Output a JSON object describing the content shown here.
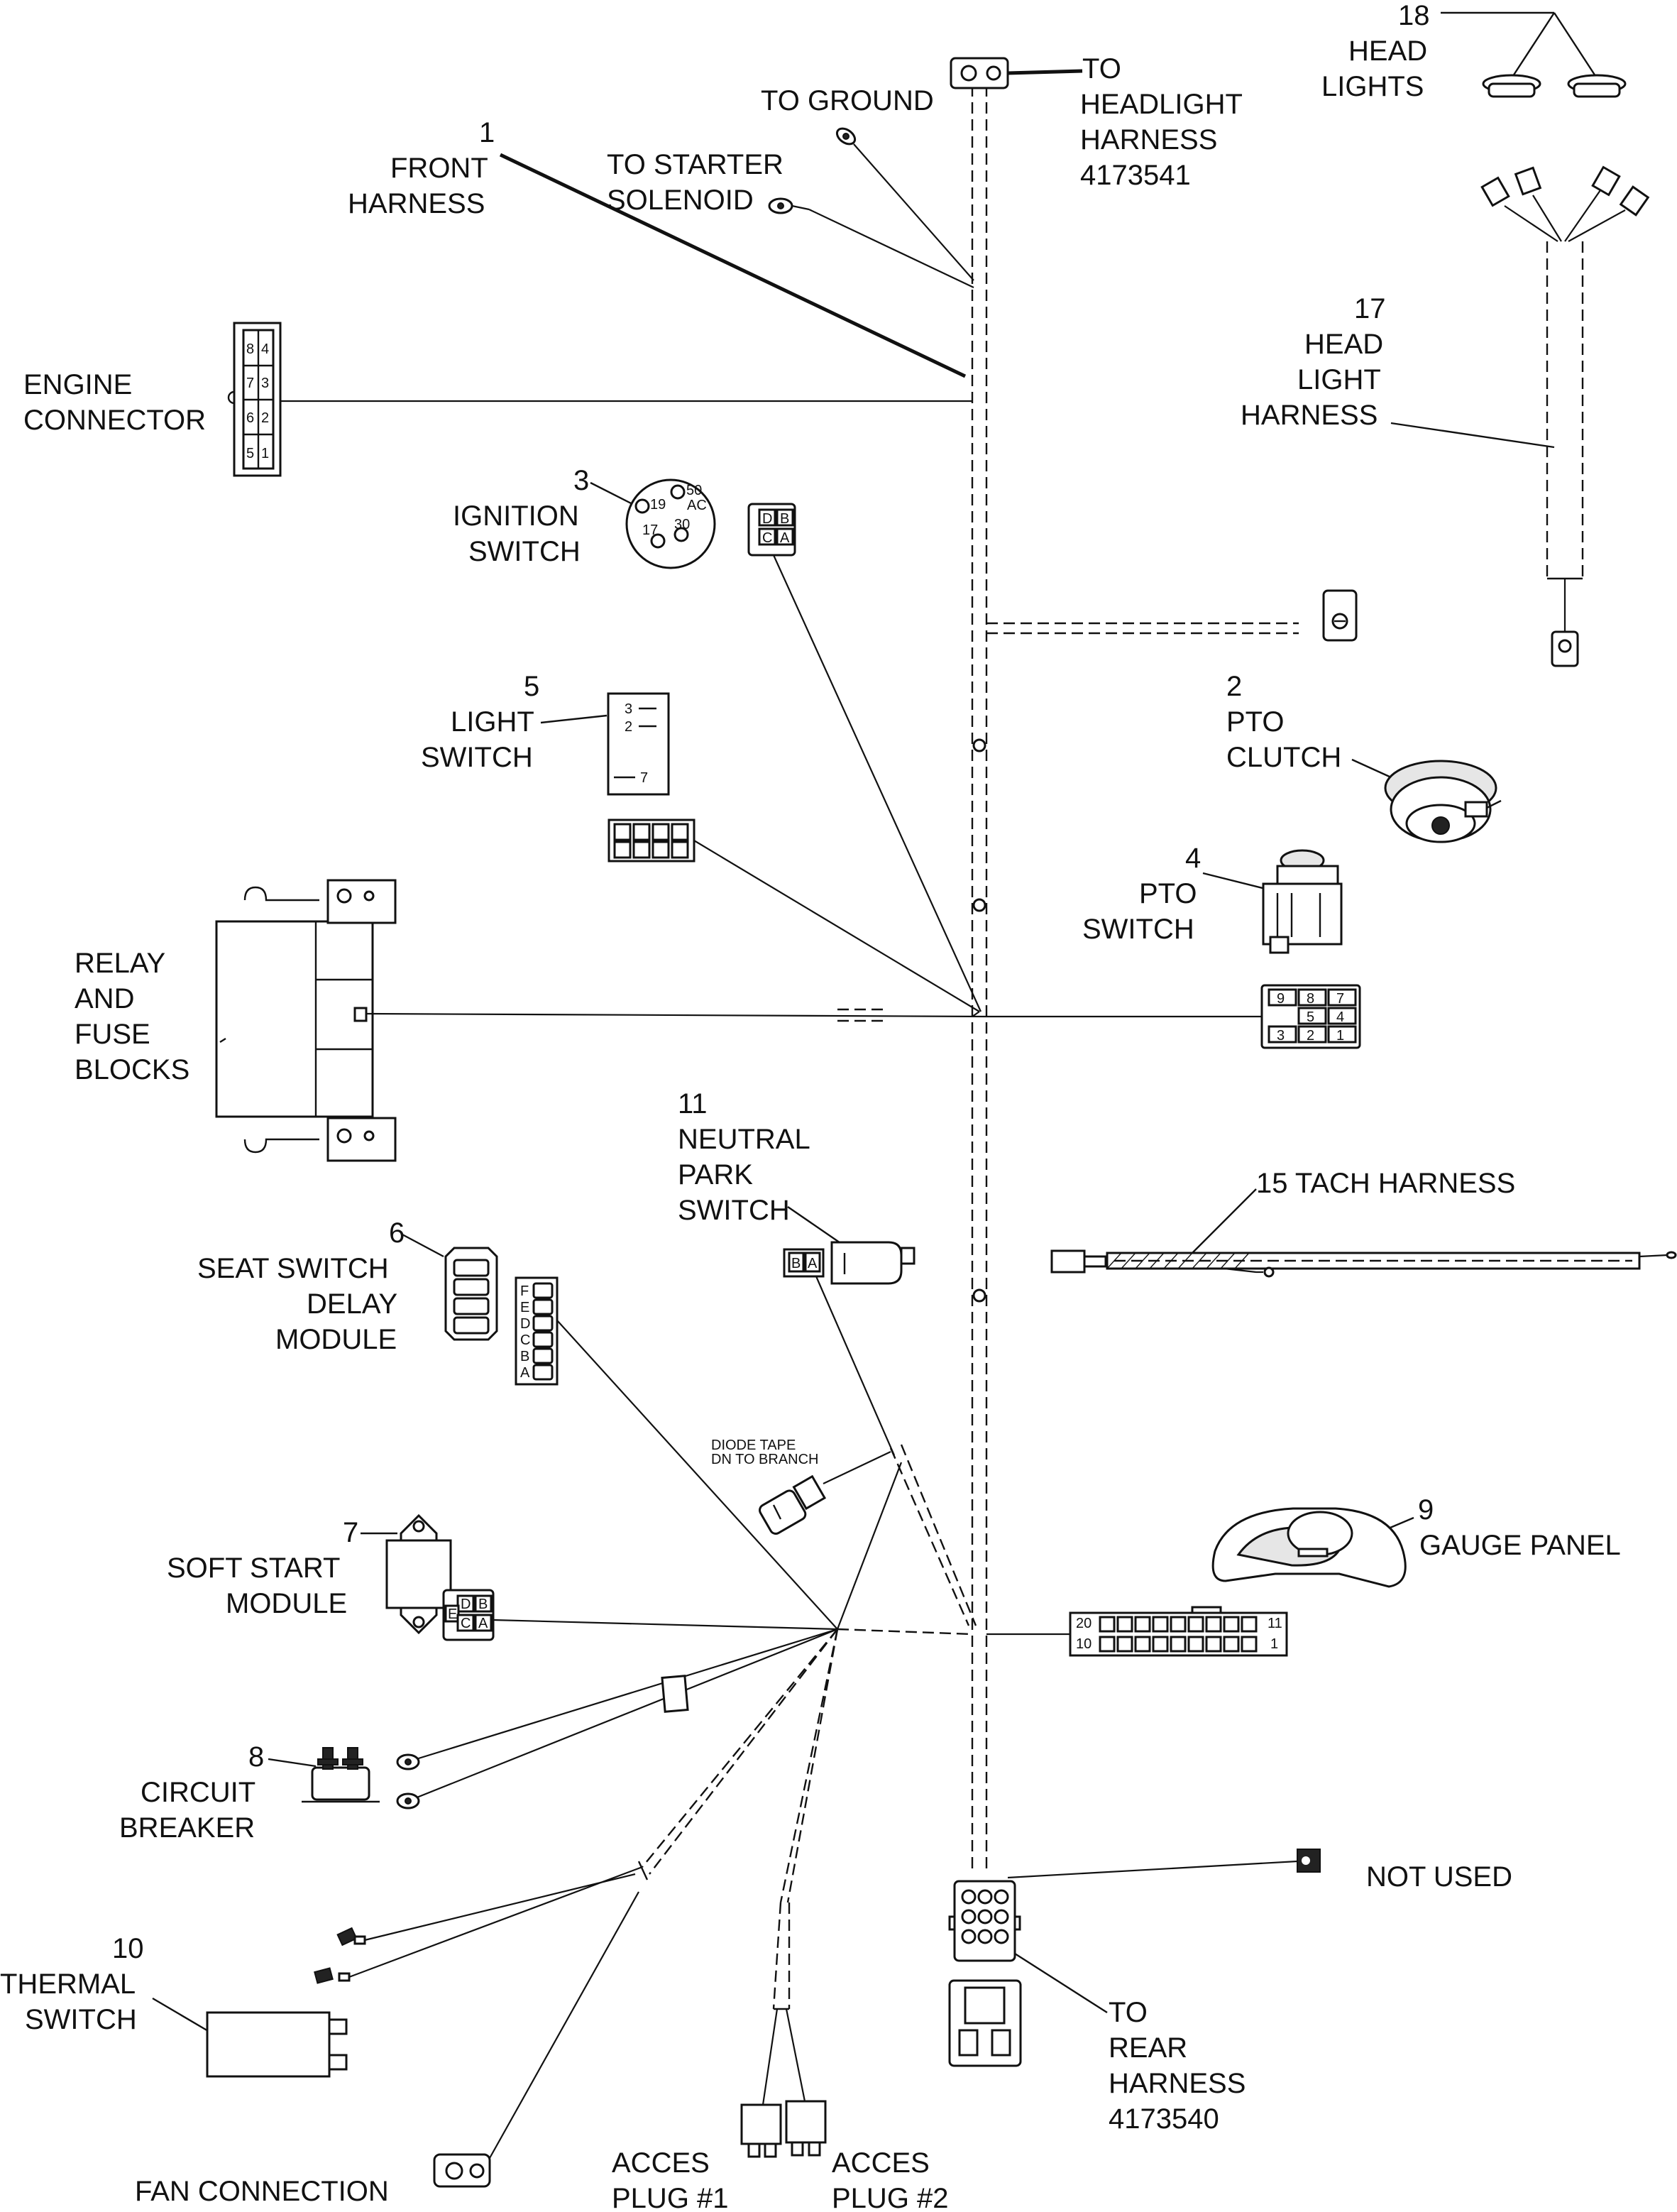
{
  "labels": {
    "to_ground": "TO GROUND",
    "to_headlight": [
      "TO",
      "HEADLIGHT",
      "HARNESS",
      "4173541"
    ],
    "head_lights": [
      "18",
      "HEAD",
      "LIGHTS"
    ],
    "front_harness": [
      "1",
      "FRONT",
      "HARNESS"
    ],
    "to_starter": [
      "TO STARTER",
      "SOLENOID"
    ],
    "head_light_harness": [
      "17",
      "HEAD",
      "LIGHT",
      "HARNESS"
    ],
    "engine_connector": [
      "ENGINE",
      "CONNECTOR"
    ],
    "ignition_switch": [
      "3",
      "IGNITION",
      "SWITCH"
    ],
    "light_switch": [
      "5",
      "LIGHT",
      "SWITCH"
    ],
    "pto_clutch": [
      "2",
      "PTO",
      "CLUTCH"
    ],
    "pto_switch": [
      "4",
      "PTO",
      "SWITCH"
    ],
    "relay_fuse": [
      "RELAY",
      "AND",
      "FUSE",
      "BLOCKS"
    ],
    "neutral_park": [
      "11",
      "NEUTRAL",
      "PARK",
      "SWITCH"
    ],
    "tach_harness": "15 TACH HARNESS",
    "seat_switch": [
      "6",
      "SEAT SWITCH",
      "DELAY",
      "MODULE"
    ],
    "diode_tape": [
      "DIODE TAPE",
      "DN TO BRANCH"
    ],
    "soft_start": [
      "7",
      "SOFT START",
      "MODULE"
    ],
    "gauge_panel": [
      "9",
      "GAUGE PANEL"
    ],
    "circuit_breaker": [
      "8",
      "CIRCUIT",
      "BREAKER"
    ],
    "not_used": "NOT USED",
    "thermal_switch": [
      "10",
      "THERMAL",
      "SWITCH"
    ],
    "to_rear": [
      "TO",
      "REAR",
      "HARNESS",
      "4173540"
    ],
    "fan_connection": "FAN CONNECTION",
    "acces_plug_1": [
      "ACCES",
      "PLUG #1"
    ],
    "acces_plug_2": [
      "ACCES",
      "PLUG #2"
    ]
  },
  "pins": {
    "engine": [
      "8",
      "4",
      "7",
      "3",
      "6",
      "2",
      "5",
      "1"
    ],
    "ignition": [
      "50",
      "19",
      "AC",
      "17",
      "30"
    ],
    "ignition_plug": [
      "D",
      "B",
      "C",
      "A"
    ],
    "light_switch": [
      "3",
      "2",
      "7"
    ],
    "pto_switch_conn": [
      "9",
      "8",
      "7",
      "5",
      "4",
      "3",
      "2",
      "1"
    ],
    "neutral": [
      "B",
      "A"
    ],
    "seat_letters": [
      "F",
      "E",
      "D",
      "C",
      "B",
      "A"
    ],
    "soft_start_plug": [
      "D",
      "B",
      "E",
      "C",
      "A"
    ],
    "gauge_conn": [
      "20",
      "11",
      "10",
      "1"
    ]
  }
}
